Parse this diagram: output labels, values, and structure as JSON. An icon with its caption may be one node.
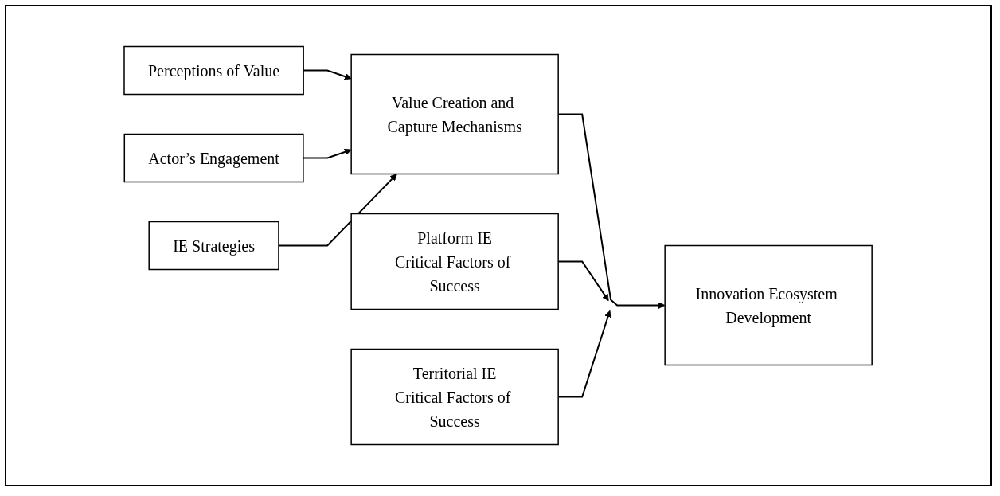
{
  "diagram": {
    "nodes": [
      {
        "text": [
          "Perceptions of Value"
        ]
      },
      {
        "text": [
          "Actor’s Engagement"
        ]
      },
      {
        "text": [
          "IE Strategies"
        ]
      },
      {
        "text": [
          "Value Creation and Capture Mechanisms"
        ]
      },
      {
        "text": [
          "Platform IE",
          "Critical Factors of Success"
        ]
      },
      {
        "text": [
          "Territorial IE",
          "Critical Factors of Success"
        ]
      },
      {
        "text": [
          "Innovation Ecosystem Development"
        ]
      }
    ],
    "edges": [
      {
        "from": 0,
        "to": 3,
        "arrow": "to"
      },
      {
        "from": 1,
        "to": 3,
        "arrow": "to"
      },
      {
        "from": 2,
        "to": 3,
        "arrow": "to"
      },
      {
        "from": 3,
        "to": 6,
        "arrow": "to"
      },
      {
        "from": 4,
        "to": null,
        "arrow": "to"
      },
      {
        "from": 5,
        "to": null,
        "arrow": "to"
      }
    ]
  }
}
